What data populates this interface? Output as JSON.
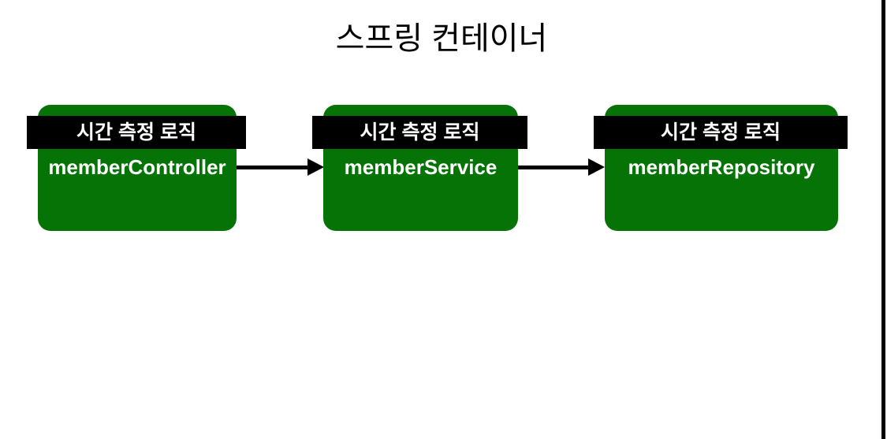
{
  "slide": {
    "title": "스프링 컨테이너",
    "nodes": [
      {
        "label": "memberController",
        "badge": "시간 측정 로직"
      },
      {
        "label": "memberService",
        "badge": "시간 측정 로직"
      },
      {
        "label": "memberRepository",
        "badge": "시간 측정 로직"
      }
    ],
    "edges": [
      {
        "from": "memberController",
        "to": "memberService"
      },
      {
        "from": "memberService",
        "to": "memberRepository"
      }
    ],
    "colors": {
      "node_fill": "#067306",
      "badge_bg": "#000000",
      "badge_text": "#ffffff",
      "node_label": "#ffffff",
      "arrow": "#000000",
      "title_text": "#000000",
      "background": "#ffffff",
      "border_line": "#000000"
    }
  }
}
